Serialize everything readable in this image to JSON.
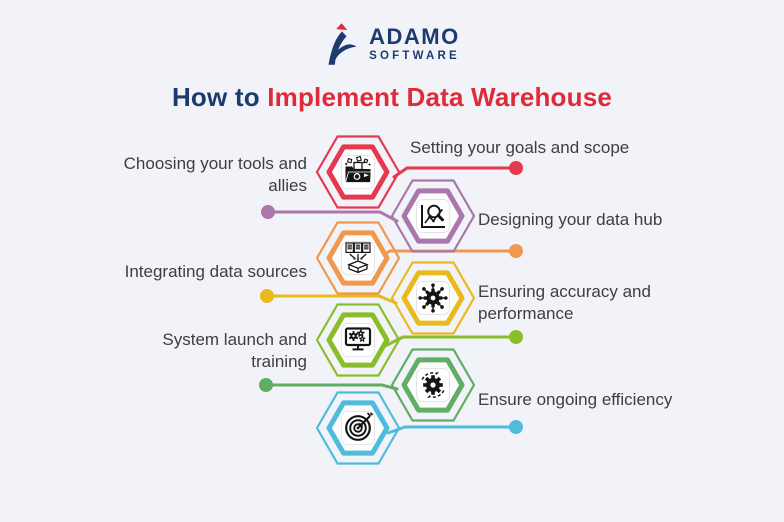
{
  "logo": {
    "brand": "ADAMO",
    "sub": "SOFTWARE"
  },
  "title": {
    "prefix": "How to",
    "highlight": "Implement Data Warehouse"
  },
  "colors": {
    "navy": "#1e3b70",
    "red": "#e02a38",
    "background": "#f2f3f9",
    "text": "#3e3e3e"
  },
  "steps": [
    {
      "label": "Setting your goals and scope",
      "color": "#e5394f",
      "side": "right",
      "icon": "secure-folder-icon"
    },
    {
      "label": "Choosing your tools and\nallies",
      "color": "#a977ac",
      "side": "left",
      "icon": "chart-magnifier-icon"
    },
    {
      "label": "Designing your data hub",
      "color": "#f0984e",
      "side": "right",
      "icon": "data-merge-icon"
    },
    {
      "label": "Integrating data sources",
      "color": "#e9b91d",
      "side": "left",
      "icon": "gear-network-icon"
    },
    {
      "label": "Ensuring accuracy and\nperformance",
      "color": "#8abd2b",
      "side": "right",
      "icon": "monitor-gears-icon"
    },
    {
      "label": "System launch and\ntraining",
      "color": "#5fad66",
      "side": "left",
      "icon": "gear-cycle-icon"
    },
    {
      "label": "Ensure ongoing efficiency",
      "color": "#4fbcdb",
      "side": "right",
      "icon": "target-dart-icon"
    }
  ]
}
